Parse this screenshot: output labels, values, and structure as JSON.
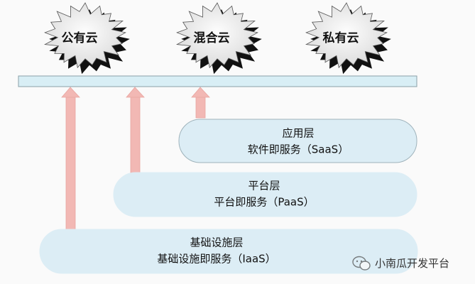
{
  "clouds": [
    {
      "label": "公有云"
    },
    {
      "label": "混合云"
    },
    {
      "label": "私有云"
    }
  ],
  "layers": [
    {
      "title": "应用层",
      "subtitle": "软件即服务（SaaS）"
    },
    {
      "title": "平台层",
      "subtitle": "平台即服务（PaaS）"
    },
    {
      "title": "基础设施层",
      "subtitle": "基础设施即服务（IaaS）"
    }
  ],
  "watermark": {
    "text": "小南瓜开发平台",
    "icon": "wechat-icon"
  },
  "colors": {
    "bar": "#d8eef5",
    "bar_border": "#8aa0a8",
    "layer_fill": "#dcedf5",
    "layer_border": "#9fb3bb",
    "arrow": "#f2b8b4",
    "cloud_fill": "#efefef",
    "cloud_shadow": "#111111"
  }
}
